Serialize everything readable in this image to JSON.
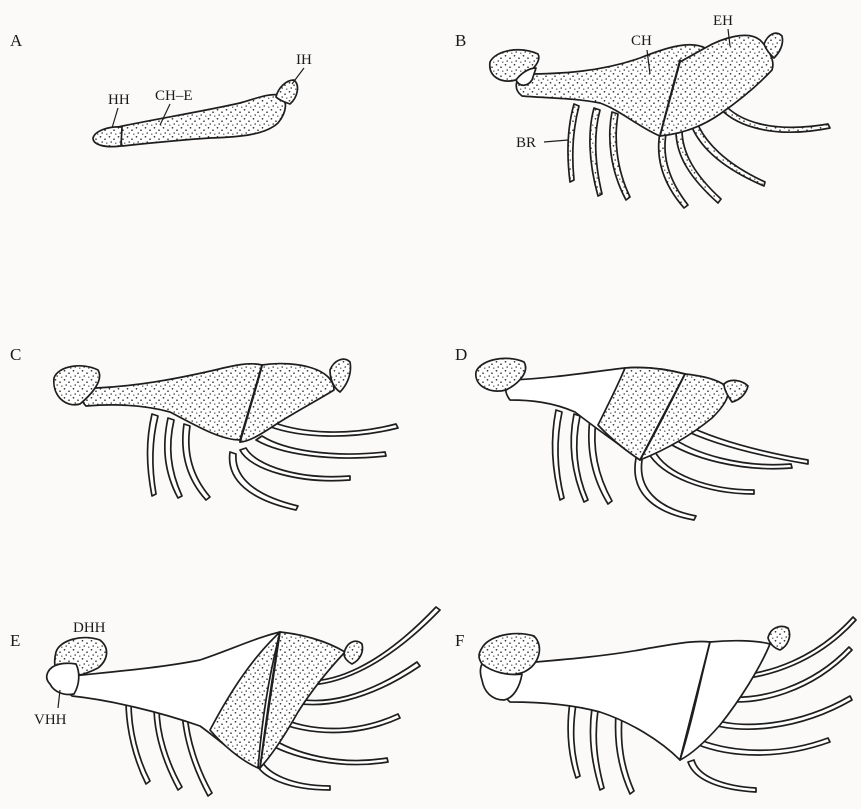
{
  "figure": {
    "panels": [
      {
        "letter": "A",
        "labels": [
          "HH",
          "CH–E",
          "IH"
        ]
      },
      {
        "letter": "B",
        "labels": [
          "CH",
          "EH",
          "BR"
        ]
      },
      {
        "letter": "C",
        "labels": []
      },
      {
        "letter": "D",
        "labels": []
      },
      {
        "letter": "E",
        "labels": [
          "DHH",
          "VHH"
        ]
      },
      {
        "letter": "F",
        "labels": []
      }
    ]
  },
  "colors": {
    "ink": "#1e1e1e",
    "background": "#fbfaf9"
  }
}
